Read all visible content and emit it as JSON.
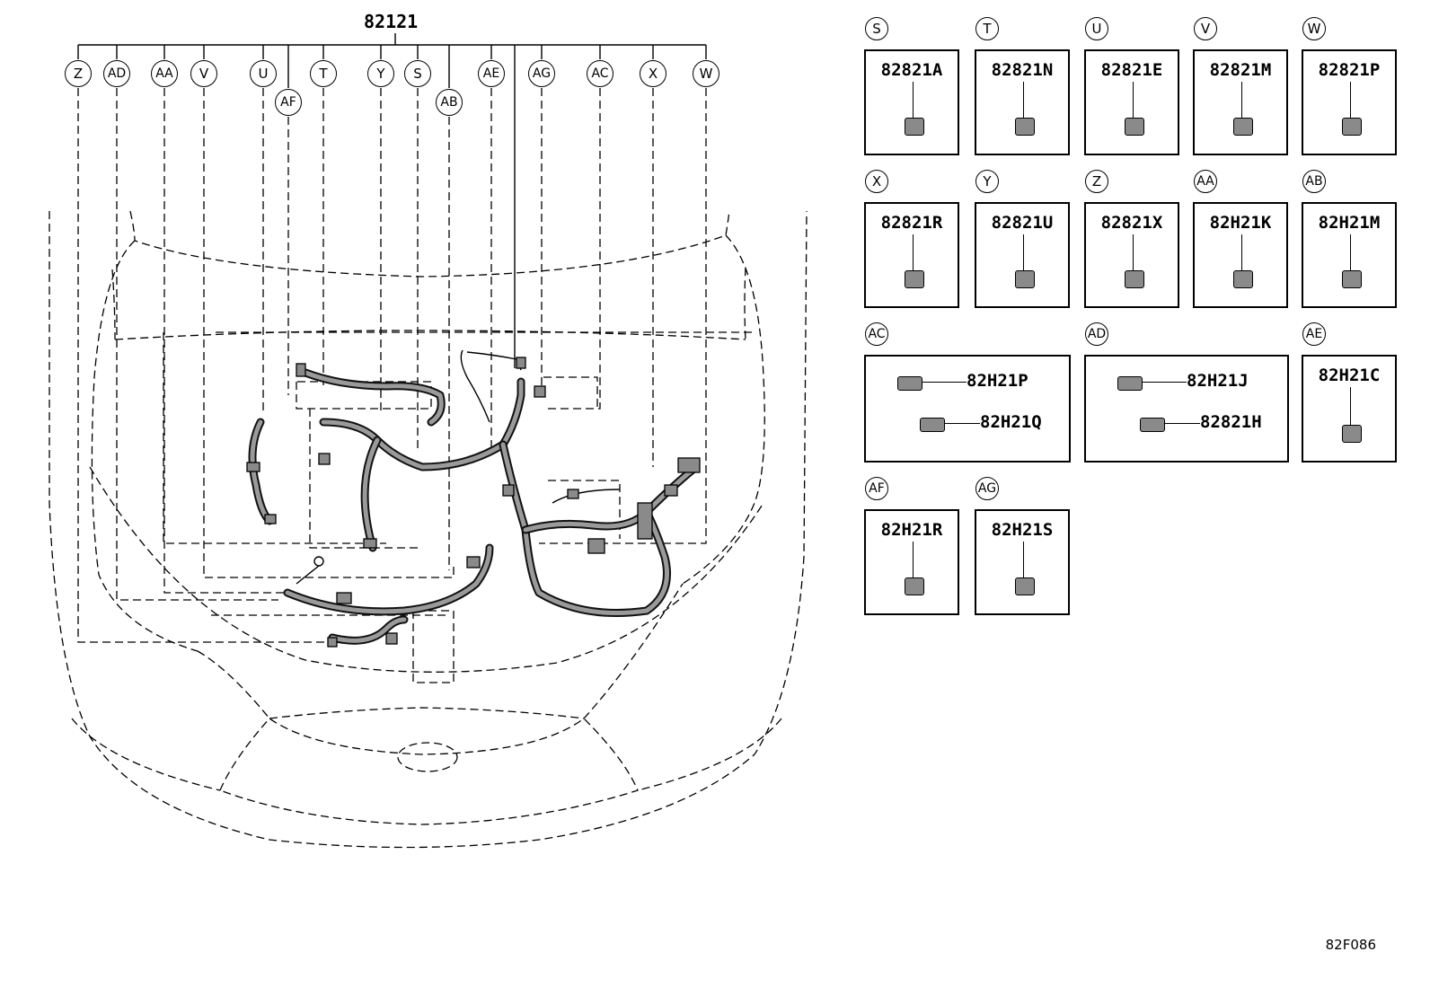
{
  "main_part": {
    "number": "82121"
  },
  "callouts": [
    {
      "id": "Z",
      "label": "Z"
    },
    {
      "id": "AD",
      "label": "AD"
    },
    {
      "id": "AA",
      "label": "AA"
    },
    {
      "id": "V",
      "label": "V"
    },
    {
      "id": "U",
      "label": "U"
    },
    {
      "id": "AF",
      "label": "AF"
    },
    {
      "id": "T",
      "label": "T"
    },
    {
      "id": "Y",
      "label": "Y"
    },
    {
      "id": "S",
      "label": "S"
    },
    {
      "id": "AB",
      "label": "AB"
    },
    {
      "id": "AE",
      "label": "AE"
    },
    {
      "id": "AG",
      "label": "AG"
    },
    {
      "id": "AC",
      "label": "AC"
    },
    {
      "id": "X",
      "label": "X"
    },
    {
      "id": "W",
      "label": "W"
    }
  ],
  "detail_boxes": [
    {
      "label": "S",
      "parts": [
        "82821A"
      ]
    },
    {
      "label": "T",
      "parts": [
        "82821N"
      ]
    },
    {
      "label": "U",
      "parts": [
        "82821E"
      ]
    },
    {
      "label": "V",
      "parts": [
        "82821M"
      ]
    },
    {
      "label": "W",
      "parts": [
        "82821P"
      ]
    },
    {
      "label": "X",
      "parts": [
        "82821R"
      ]
    },
    {
      "label": "Y",
      "parts": [
        "82821U"
      ]
    },
    {
      "label": "Z",
      "parts": [
        "82821X"
      ]
    },
    {
      "label": "AA",
      "parts": [
        "82H21K"
      ]
    },
    {
      "label": "AB",
      "parts": [
        "82H21M"
      ]
    },
    {
      "label": "AC",
      "parts": [
        "82H21P",
        "82H21Q"
      ]
    },
    {
      "label": "AD",
      "parts": [
        "82H21J",
        "82821H"
      ]
    },
    {
      "label": "AE",
      "parts": [
        "82H21C"
      ]
    },
    {
      "label": "AF",
      "parts": [
        "82H21R"
      ]
    },
    {
      "label": "AG",
      "parts": [
        "82H21S"
      ]
    }
  ],
  "diagram_code": "82F086"
}
